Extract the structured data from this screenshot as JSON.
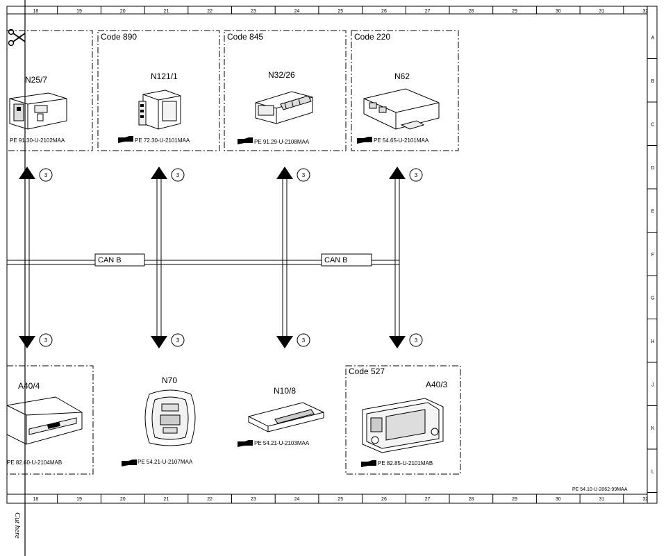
{
  "grid": {
    "columns": [
      "18",
      "19",
      "20",
      "21",
      "22",
      "23",
      "24",
      "25",
      "26",
      "27",
      "28",
      "29",
      "30",
      "31",
      "32"
    ],
    "rows": [
      "A",
      "B",
      "C",
      "D",
      "E",
      "F",
      "G",
      "H",
      "J",
      "K",
      "L"
    ]
  },
  "bus": {
    "label_left": "CAN B",
    "label_right": "CAN B"
  },
  "connection_marker": "3",
  "top_modules": [
    {
      "code": "",
      "name": "N25/7",
      "ref": "PE 91.30-U-2102MAA",
      "icon": "module-box-icon"
    },
    {
      "code": "Code 890",
      "name": "N121/1",
      "ref": "PE 72.30-U-2101MAA",
      "icon": "relay-module-icon"
    },
    {
      "code": "Code 845",
      "name": "N32/26",
      "ref": "PE 91.29-U-2108MAA",
      "icon": "connector-module-icon"
    },
    {
      "code": "Code 220",
      "name": "N62",
      "ref": "PE 54.65-U-2101MAA",
      "icon": "control-unit-icon"
    }
  ],
  "bottom_modules": [
    {
      "code": "",
      "name": "A40/4",
      "ref": "PE 82.60-U-2104MAB",
      "icon": "dvd-player-icon"
    },
    {
      "code": "",
      "name": "N70",
      "ref": "PE 54.21-U-2107MAA",
      "icon": "overhead-console-icon"
    },
    {
      "code": "",
      "name": "N10/8",
      "ref": "PE 54.21-U-2103MAA",
      "icon": "sam-module-icon"
    },
    {
      "code": "Code 527",
      "name": "A40/3",
      "ref": "PE 82.85-U-2101MAB",
      "icon": "comand-head-unit-icon"
    }
  ],
  "drawing_number": "PE 54.10-U-2062-99MAA",
  "cut_here": "Cut here"
}
